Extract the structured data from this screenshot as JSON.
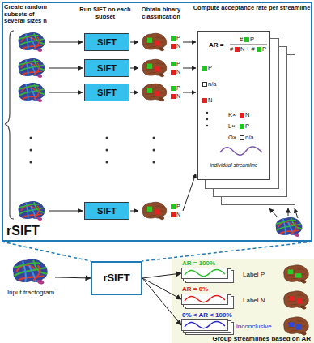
{
  "diagram": {
    "nodes": [
      {
        "text": [
          "rSIFT"
        ]
      },
      {
        "text": [
          "SIFT"
        ],
        "in": 0
      },
      {
        "text": [
          "SIFT"
        ],
        "in": 0
      },
      {
        "text": [
          "SIFT"
        ],
        "in": 0
      },
      {
        "text": [
          "SIFT"
        ],
        "in": 0
      },
      {
        "text": [
          "individual streamline"
        ],
        "in": 0
      },
      {
        "text": [
          "Input tractogram"
        ]
      },
      {
        "text": [
          "rSIFT"
        ]
      },
      {
        "text": [
          "Group streamlines based on AR"
        ]
      },
      {
        "text": [
          "AR = 100%"
        ],
        "in": 8
      },
      {
        "text": [
          "AR = 0%"
        ],
        "in": 8
      },
      {
        "text": [
          "0% < AR < 100%"
        ],
        "in": 8
      }
    ],
    "edges": [
      {
        "from": 0,
        "to": 7,
        "arrow": "none"
      },
      {
        "from": 0,
        "to": 7,
        "arrow": "none"
      },
      {
        "from": 6,
        "to": 7,
        "arrow": "to"
      },
      {
        "from": 7,
        "to": 9,
        "arrow": "to"
      },
      {
        "from": 7,
        "to": 10,
        "arrow": "to"
      },
      {
        "from": 7,
        "to": 11,
        "arrow": "to"
      }
    ],
    "labels": [
      "Create random subsets of several sizes n",
      "Run SIFT on each subset",
      "Obtain binary classification",
      "Compute acceptance rate per streamline",
      "P",
      "N",
      "P",
      "N",
      "P",
      "N",
      "P",
      "N",
      "AR =",
      "#",
      "P",
      "#",
      "N",
      "+ #",
      "P",
      "P",
      "n/a",
      "N",
      "K×",
      "N",
      "L×",
      "P",
      "O×",
      "n/a",
      "Label P",
      "Label N",
      "inconclusive"
    ]
  }
}
